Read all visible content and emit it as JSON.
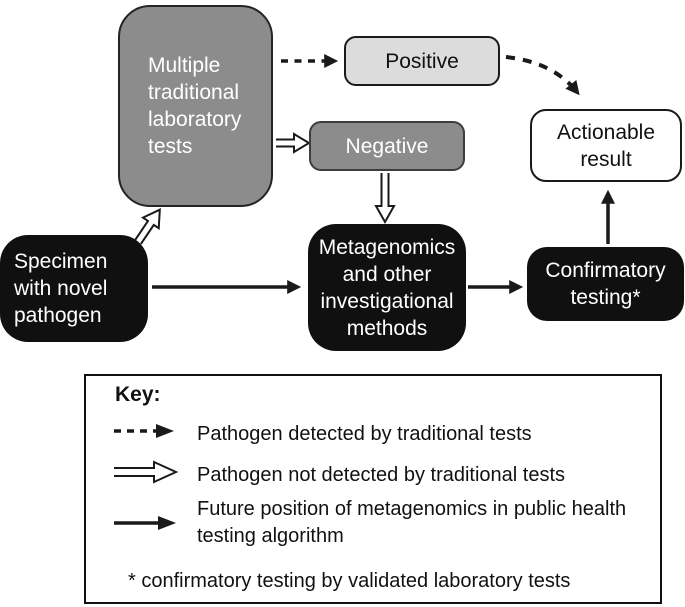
{
  "diagram": {
    "nodes": {
      "traditional_tests": {
        "label": "Multiple\ntraditional\nlaboratory\ntests",
        "fill": "#8c8c8c",
        "text_color": "#ffffff"
      },
      "positive": {
        "label": "Positive",
        "fill": "#dcdcdc",
        "text_color": "#111111"
      },
      "negative": {
        "label": "Negative",
        "fill": "#8c8c8c",
        "text_color": "#ffffff"
      },
      "actionable_result": {
        "label": "Actionable\nresult",
        "fill": "#ffffff",
        "text_color": "#111111"
      },
      "specimen": {
        "label": "Specimen\nwith novel\npathogen",
        "fill": "#101010",
        "text_color": "#ffffff"
      },
      "metagenomics": {
        "label": "Metagenomics\nand other\ninvestigational\nmethods",
        "fill": "#101010",
        "text_color": "#ffffff"
      },
      "confirmatory": {
        "label": "Confirmatory\ntesting*",
        "fill": "#101010",
        "text_color": "#ffffff"
      }
    },
    "edges": [
      {
        "from": "traditional_tests",
        "to": "positive",
        "style": "dashed"
      },
      {
        "from": "positive",
        "to": "actionable_result",
        "style": "dashed"
      },
      {
        "from": "traditional_tests",
        "to": "negative",
        "style": "hollow"
      },
      {
        "from": "negative",
        "to": "metagenomics",
        "style": "hollow"
      },
      {
        "from": "specimen",
        "to": "traditional_tests",
        "style": "hollow"
      },
      {
        "from": "specimen",
        "to": "metagenomics",
        "style": "solid"
      },
      {
        "from": "metagenomics",
        "to": "confirmatory",
        "style": "solid"
      },
      {
        "from": "confirmatory",
        "to": "actionable_result",
        "style": "solid"
      }
    ]
  },
  "key": {
    "title": "Key:",
    "entries": [
      {
        "icon": "dashed-arrow-icon",
        "label": "Pathogen detected by traditional tests"
      },
      {
        "icon": "hollow-arrow-icon",
        "label": "Pathogen not detected by traditional tests"
      },
      {
        "icon": "solid-arrow-icon",
        "label": "Future position of metagenomics in public health testing algorithm"
      }
    ],
    "footnote": "* confirmatory testing by validated laboratory tests"
  },
  "colors": {
    "node_gray": "#8c8c8c",
    "node_light_gray": "#dcdcdc",
    "node_black": "#101010",
    "node_white": "#ffffff",
    "line": "#1a1a1a"
  }
}
